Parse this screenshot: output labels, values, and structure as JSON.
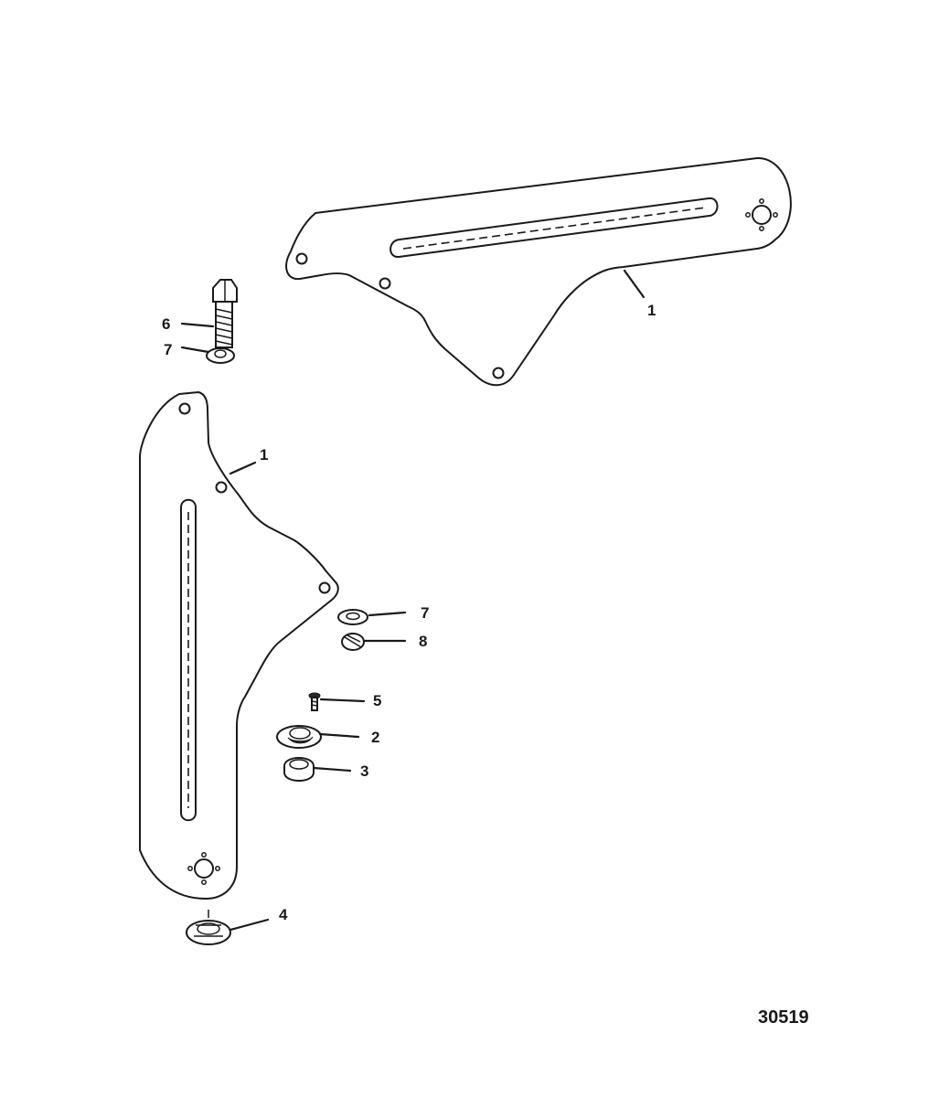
{
  "callouts": {
    "upper_bracket": "1",
    "lower_bracket": "1",
    "bolt": "6",
    "bolt_washer": "7",
    "washer_right": "7",
    "nut": "8",
    "screw": "5",
    "bushing_flange": "2",
    "bushing": "3",
    "bottom_bushing": "4"
  },
  "figure_number": "30519"
}
